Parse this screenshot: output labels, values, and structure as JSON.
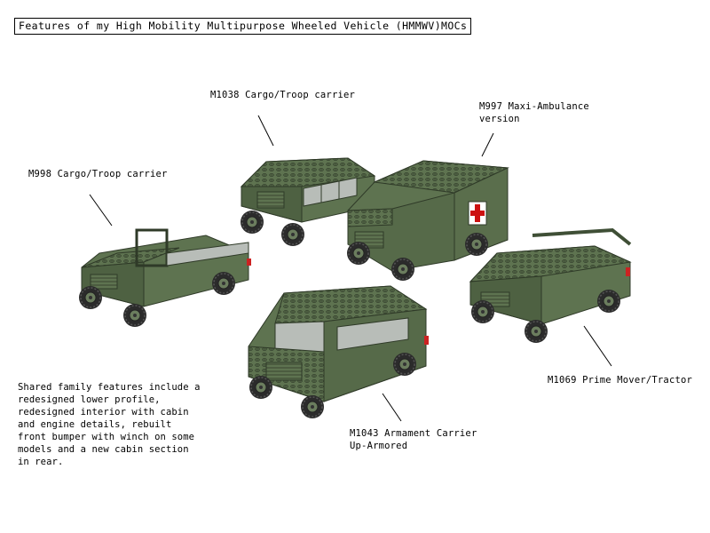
{
  "title": "Features of my High Mobility Multipurpose Wheeled Vehicle (HMMWV)MOCs",
  "labels": {
    "m1038": "M1038 Cargo/Troop carrier",
    "m997_line1": "M997 Maxi-Ambulance",
    "m997_line2": "version",
    "m998": "M998 Cargo/Troop carrier",
    "m1069": "M1069 Prime Mover/Tractor",
    "m1043_line1": "M1043 Armament Carrier",
    "m1043_line2": "Up-Armored"
  },
  "description": "Shared family features include a\nredesigned lower profile,\nredesigned interior with cabin\nand engine details, rebuilt\nfront bumper with winch on some\nmodels and a new cabin section\nin rear.",
  "colors": {
    "body": "#5e7350",
    "body_dark": "#3f4f36",
    "body_light": "#7a8f6a",
    "tire": "#2b2b2b",
    "glass": "#b8bdb8",
    "cross": "#cc1111",
    "taillight": "#cc2222"
  }
}
